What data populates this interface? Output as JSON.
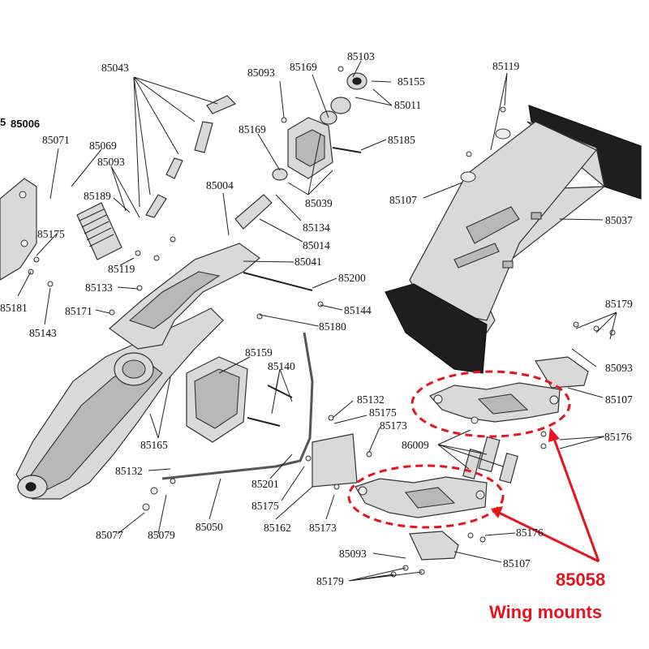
{
  "callout": {
    "part_number": "85058",
    "label": "Wing mounts",
    "color": "#e8141c"
  },
  "part_labels": [
    {
      "id": "85006",
      "text": "85006"
    },
    {
      "id": "85043",
      "text": "85043"
    },
    {
      "id": "85093a",
      "text": "85093"
    },
    {
      "id": "85169a",
      "text": "85169"
    },
    {
      "id": "85103",
      "text": "85103"
    },
    {
      "id": "85155",
      "text": "85155"
    },
    {
      "id": "85011",
      "text": "85011"
    },
    {
      "id": "85119a",
      "text": "85119"
    },
    {
      "id": "85071",
      "text": "85071"
    },
    {
      "id": "85069",
      "text": "85069"
    },
    {
      "id": "85093b",
      "text": "85093"
    },
    {
      "id": "85169b",
      "text": "85169"
    },
    {
      "id": "85185",
      "text": "85185"
    },
    {
      "id": "85004",
      "text": "85004"
    },
    {
      "id": "85039",
      "text": "85039"
    },
    {
      "id": "85189",
      "text": "85189"
    },
    {
      "id": "85107a",
      "text": "85107"
    },
    {
      "id": "85037",
      "text": "85037"
    },
    {
      "id": "85134",
      "text": "85134"
    },
    {
      "id": "85175a",
      "text": "85175"
    },
    {
      "id": "85014",
      "text": "85014"
    },
    {
      "id": "85119b",
      "text": "85119"
    },
    {
      "id": "85041",
      "text": "85041"
    },
    {
      "id": "85200",
      "text": "85200"
    },
    {
      "id": "85133",
      "text": "85133"
    },
    {
      "id": "85181",
      "text": "85181"
    },
    {
      "id": "85179a",
      "text": "85179"
    },
    {
      "id": "85171",
      "text": "85171"
    },
    {
      "id": "85144",
      "text": "85144"
    },
    {
      "id": "85143",
      "text": "85143"
    },
    {
      "id": "85180",
      "text": "85180"
    },
    {
      "id": "85093c",
      "text": "85093"
    },
    {
      "id": "85159",
      "text": "85159"
    },
    {
      "id": "85140",
      "text": "85140"
    },
    {
      "id": "85107b",
      "text": "85107"
    },
    {
      "id": "85132a",
      "text": "85132"
    },
    {
      "id": "85175b",
      "text": "85175"
    },
    {
      "id": "85173a",
      "text": "85173"
    },
    {
      "id": "85165",
      "text": "85165"
    },
    {
      "id": "86009",
      "text": "86009"
    },
    {
      "id": "85176a",
      "text": "85176"
    },
    {
      "id": "85132b",
      "text": "85132"
    },
    {
      "id": "85201",
      "text": "85201"
    },
    {
      "id": "85175c",
      "text": "85175"
    },
    {
      "id": "85162",
      "text": "85162"
    },
    {
      "id": "85173b",
      "text": "85173"
    },
    {
      "id": "85077",
      "text": "85077"
    },
    {
      "id": "85079",
      "text": "85079"
    },
    {
      "id": "85050",
      "text": "85050"
    },
    {
      "id": "85176b",
      "text": "85176"
    },
    {
      "id": "85093d",
      "text": "85093"
    },
    {
      "id": "85107c",
      "text": "85107"
    },
    {
      "id": "85179b",
      "text": "85179"
    }
  ],
  "partial_label": "5"
}
